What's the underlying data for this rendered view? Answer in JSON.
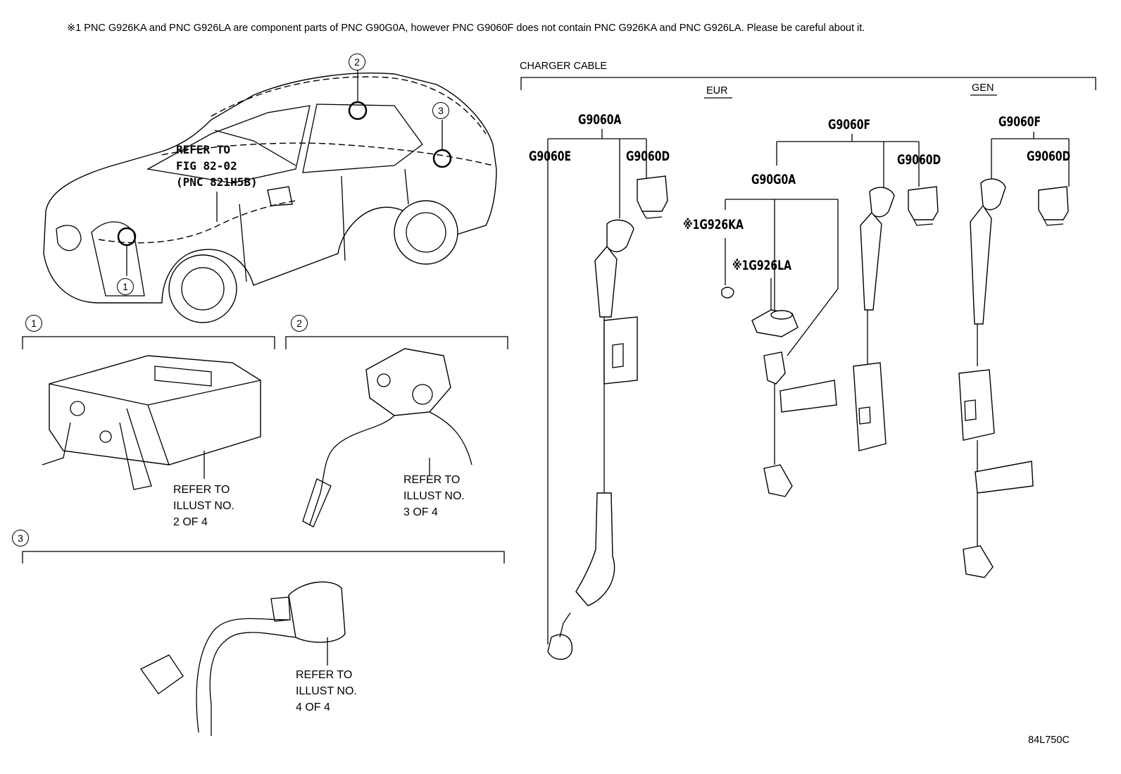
{
  "note": "※1 PNC G926KA and PNC G926LA are component parts of PNC G90G0A, however PNC G9060F does not contain PNC G926KA and PNC G926LA. Please be careful about it.",
  "vehicle": {
    "refer_fig": "REFER TO\nFIG 82-02\n(PNC 821H5B)",
    "callouts": [
      "1",
      "2",
      "3"
    ]
  },
  "detail_sections": [
    {
      "num": "1",
      "refer": "REFER TO\nILLUST NO.\n2 OF 4"
    },
    {
      "num": "2",
      "refer": "REFER TO\nILLUST NO.\n3 OF 4"
    },
    {
      "num": "3",
      "refer": "REFER TO\nILLUST NO.\n4 OF 4"
    }
  ],
  "charger_cable": {
    "title": "CHARGER CABLE",
    "eur_label": "EUR",
    "gen_label": "GEN",
    "parts": {
      "g9060a": "G9060A",
      "g9060e": "G9060E",
      "g9060d_1": "G9060D",
      "g9060f_eur": "G9060F",
      "g9060d_2": "G9060D",
      "g90g0a": "G90G0A",
      "g926ka": "※1G926KA",
      "g926la": "※1G926LA",
      "g9060f_gen": "G9060F",
      "g9060d_3": "G9060D"
    }
  },
  "illustration_code": "84L750C"
}
